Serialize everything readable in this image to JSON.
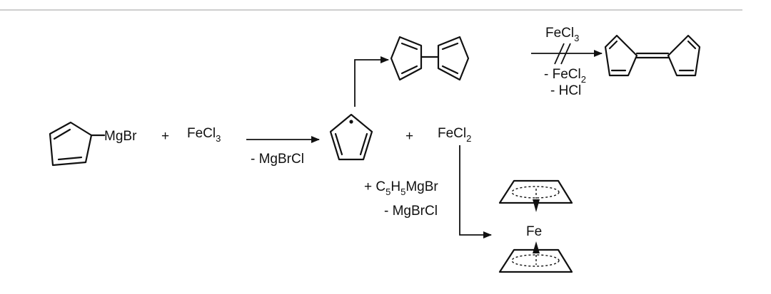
{
  "colors": {
    "ink": "#111111",
    "rule": "#bdbdbd",
    "background": "#ffffff"
  },
  "reactant": {
    "group": "MgBr"
  },
  "plus_signs": [
    "+",
    "+",
    "+"
  ],
  "reagents": {
    "fecl3": {
      "main": "FeCl",
      "sub": "3"
    },
    "fecl2": {
      "main": "FeCl",
      "sub": "2"
    },
    "c5h5mgbr": {
      "pre": "+ C",
      "sub1": "5",
      "mid": "H",
      "sub2": "5",
      "post": "MgBr"
    }
  },
  "conditions": {
    "byproduct_mgbrcl": "- MgBrCl",
    "blocked_reagent": {
      "main": "FeCl",
      "sub": "3"
    },
    "blocked_byproduct_fecl2": {
      "main": "- FeCl",
      "sub": "2"
    },
    "blocked_byproduct_hcl": "- HCl",
    "ferrocene_byproduct": "- MgBrCl"
  },
  "product": {
    "metal": "Fe"
  }
}
